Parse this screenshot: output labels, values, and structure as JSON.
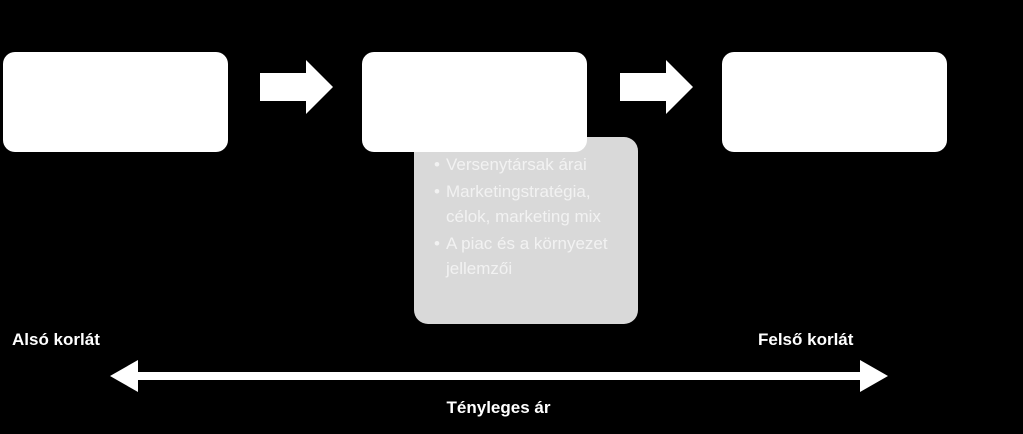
{
  "boxes": [
    {
      "label": ""
    },
    {
      "label": ""
    },
    {
      "label": ""
    }
  ],
  "detail_panel": {
    "items": [
      "Versenytársak árai",
      "Marketingstratégia, célok, marketing mix",
      "A piac és a környezet jellemzői"
    ]
  },
  "range": {
    "lower_label": "Alsó korlát",
    "upper_label": "Felső korlát",
    "axis_label": "Tényleges ár"
  },
  "colors": {
    "background": "#000000",
    "box_fill": "#ffffff",
    "panel_fill": "#d9d9d9",
    "panel_text": "#f2f2f2",
    "arrow_fill": "#ffffff"
  }
}
